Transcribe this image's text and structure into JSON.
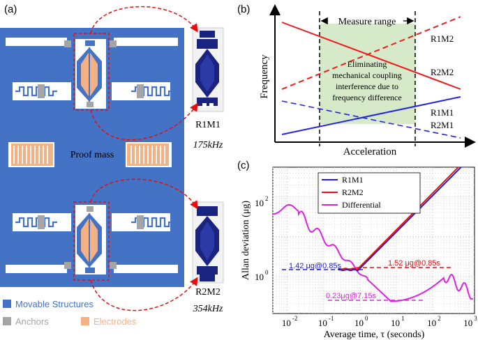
{
  "panel_a": {
    "label": "(a)",
    "proof_mass_label": "Proof mass",
    "resonator_top_name": "R1M1",
    "resonator_top_freq": "175kHz",
    "resonator_bottom_name": "R2M2",
    "resonator_bottom_freq": "354kHz",
    "legend": [
      {
        "label": "Movable Structures",
        "color": "#4472c4",
        "text_color": "#4472c4"
      },
      {
        "label": "Anchors",
        "color": "#a5a5a5",
        "text_color": "#a5a5a5"
      },
      {
        "label": "Electrodes",
        "color": "#f4b183",
        "text_color": "#f4b183"
      }
    ]
  },
  "panel_b": {
    "label": "(b)",
    "measure_range_label": "Measure range",
    "ylabel": "Frequency",
    "xlabel": "Acceleration",
    "annotation_lines": [
      "Eliminating",
      "mechanical coupling",
      "interference due to",
      "frequency difference"
    ],
    "series_labels": {
      "r1m2": "R1M2",
      "r2m2": "R2M2",
      "r1m1": "R1M1",
      "r2m1": "R2M1"
    },
    "colors": {
      "red": "#ee1c1c",
      "blue": "#2424e6",
      "shade": "#cfe6bf",
      "annot": "#5a9a38"
    }
  },
  "panel_c": {
    "label": "(c)",
    "ylabel": "Allan deviation (μg)",
    "xlabel": "Average time, τ (seconds)",
    "xtick_labels": [
      "10",
      "10",
      "10",
      "10",
      "10",
      "10"
    ],
    "xtick_exps": [
      "-2",
      "-1",
      "0",
      "1",
      "2",
      "3"
    ],
    "ytick_labels": [
      "10",
      "10"
    ],
    "ytick_exps": [
      "0",
      "2"
    ],
    "legend": [
      {
        "label": "R1M1",
        "color": "#1f1fd6"
      },
      {
        "label": "R2M2",
        "color": "#e81010"
      },
      {
        "label": "Differential",
        "color": "#e020e0"
      }
    ],
    "annotations": {
      "blue": "1.42 μg@0.85s",
      "red": "1.52 μg@0.85s",
      "magenta": "0.23μg@7.15s"
    }
  }
}
